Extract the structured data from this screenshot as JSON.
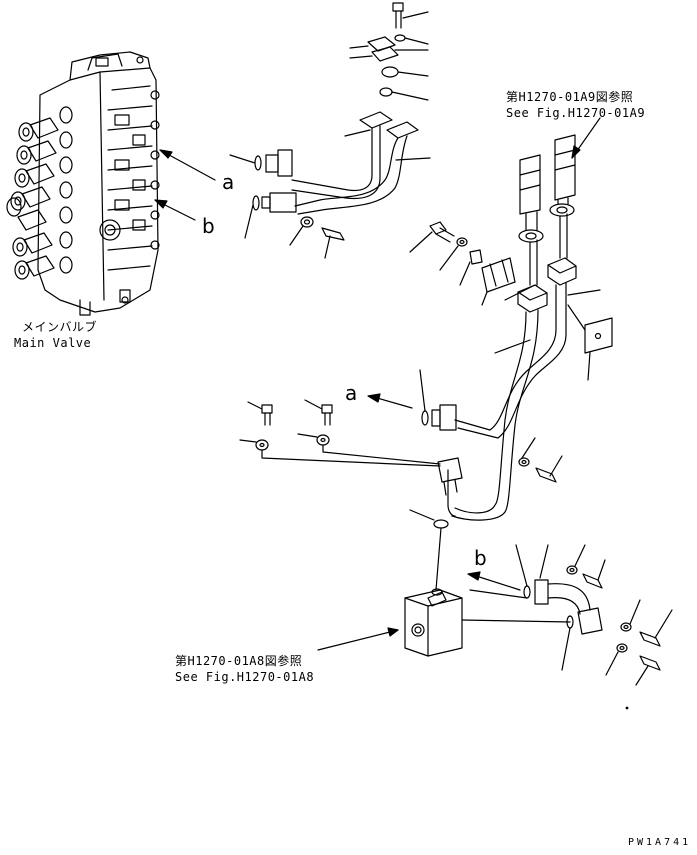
{
  "labels": {
    "main_valve_jp": "メインバルブ",
    "main_valve_en": "Main Valve",
    "ref_a9_jp": "第H1270-01A9図参照",
    "ref_a9_en": "See Fig.H1270-01A9",
    "ref_a8_jp": "第H1270-01A8図参照",
    "ref_a8_en": "See Fig.H1270-01A8",
    "marker_a": "a",
    "marker_b": "b",
    "drawing_code": "PW1A741"
  },
  "colors": {
    "line": "#000000",
    "background": "#ffffff"
  }
}
